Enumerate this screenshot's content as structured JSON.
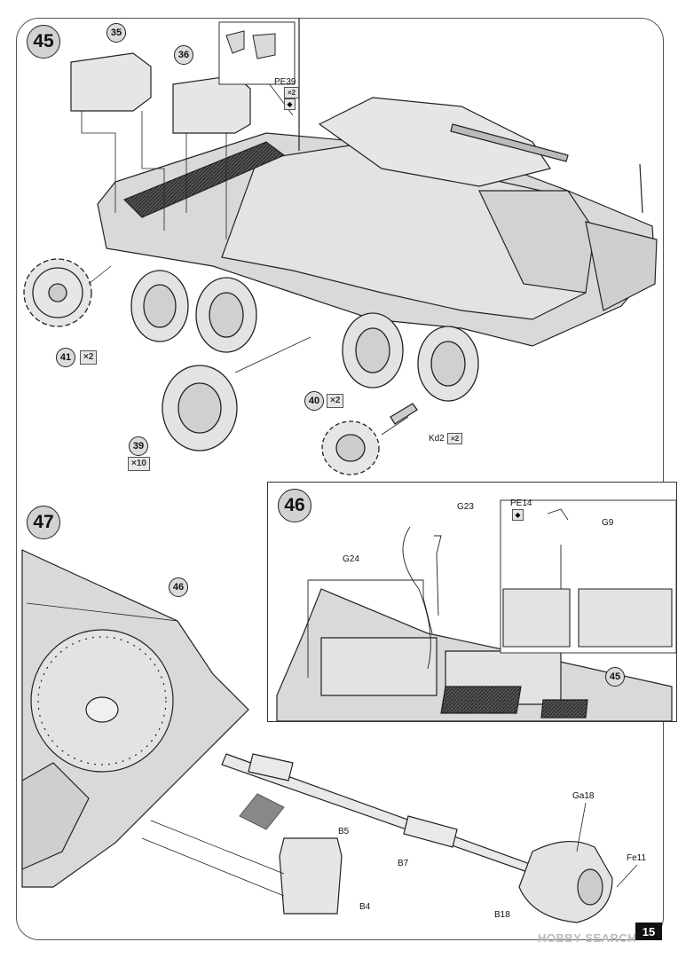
{
  "page": {
    "number": "15",
    "watermark": "HOBBY SEARCH"
  },
  "steps": {
    "s45": "45",
    "s46": "46",
    "s47": "47",
    "ref45": "45",
    "ref46": "46"
  },
  "parts": {
    "p35": "35",
    "p36": "36",
    "p41": "41",
    "p39": "39",
    "p40": "40"
  },
  "quantities": {
    "q41": "2",
    "q39": "10",
    "q40": "2",
    "qkd2": "2",
    "qpe39": "2"
  },
  "labels": {
    "pe39": "PE39",
    "kd2": "Kd2",
    "g23": "G23",
    "g24": "G24",
    "pe14": "PE14",
    "g9": "G9",
    "b5": "B5",
    "b4": "B4",
    "b7": "B7",
    "b18": "B18",
    "ga18": "Ga18",
    "fe11": "Fe11"
  }
}
